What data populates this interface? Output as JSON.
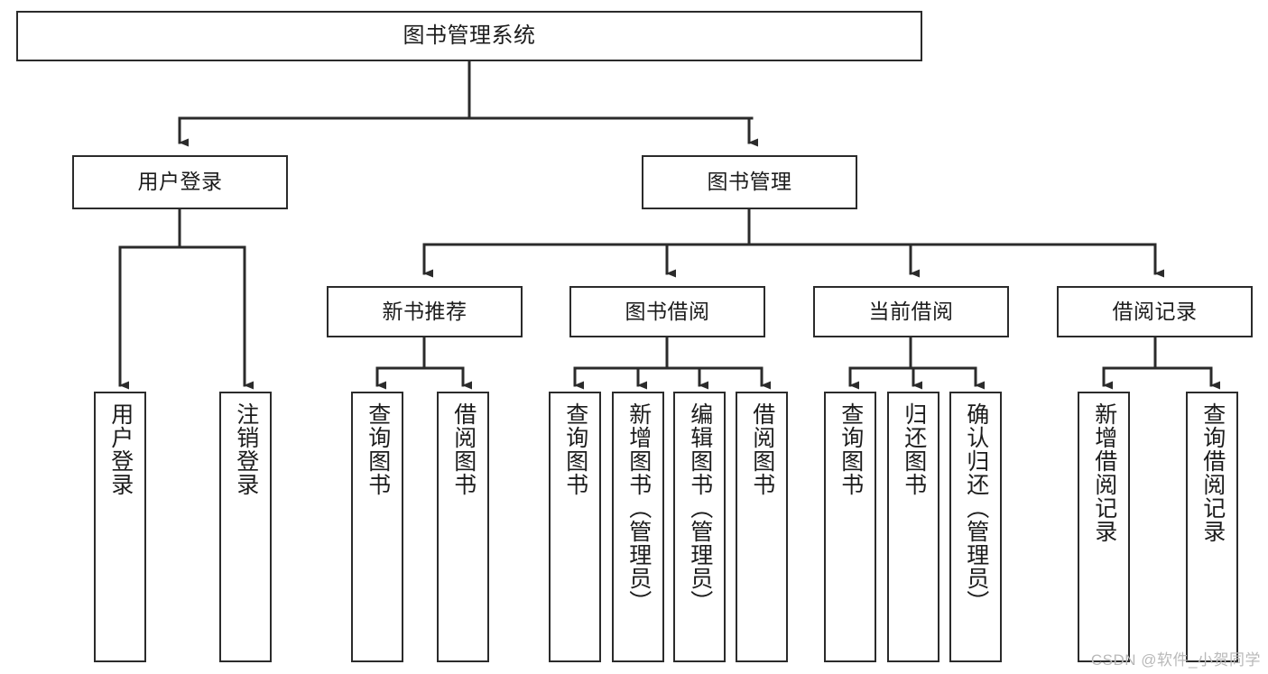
{
  "diagram": {
    "title": "图书管理系统",
    "type": "tree-hierarchy",
    "watermark": "CSDN @软件_小贺同学",
    "colors": {
      "background": "#ffffff",
      "box_border": "#2b2b2b",
      "box_fill": "#ffffff",
      "text": "#1c1c1c",
      "edge": "#2b2b2b",
      "watermark": "#b9b9b9"
    },
    "nodes": {
      "root": {
        "label": "图书管理系统"
      },
      "level2": [
        {
          "id": "user-login",
          "label": "用户登录"
        },
        {
          "id": "book-manage",
          "label": "图书管理"
        }
      ],
      "level3": [
        {
          "id": "new-book-rec",
          "label": "新书推荐"
        },
        {
          "id": "book-borrow",
          "label": "图书借阅"
        },
        {
          "id": "current-borrow",
          "label": "当前借阅"
        },
        {
          "id": "borrow-record",
          "label": "借阅记录"
        }
      ],
      "leaves": {
        "user_login": [
          {
            "id": "leaf-user-login",
            "label": "用户登录"
          },
          {
            "id": "leaf-logout",
            "label": "注销登录"
          }
        ],
        "new_book_rec": [
          {
            "id": "leaf-query-book-1",
            "label": "查询图书"
          },
          {
            "id": "leaf-borrow-book-1",
            "label": "借阅图书"
          }
        ],
        "book_borrow": [
          {
            "id": "leaf-query-book-2",
            "label": "查询图书"
          },
          {
            "id": "leaf-add-book",
            "label": "新增图书（管理员）"
          },
          {
            "id": "leaf-edit-book",
            "label": "编辑图书（管理员）"
          },
          {
            "id": "leaf-borrow-book-2",
            "label": "借阅图书"
          }
        ],
        "current_borrow": [
          {
            "id": "leaf-query-book-3",
            "label": "查询图书"
          },
          {
            "id": "leaf-return-book",
            "label": "归还图书"
          },
          {
            "id": "leaf-confirm-return",
            "label": "确认归还（管理员）"
          }
        ],
        "borrow_record": [
          {
            "id": "leaf-add-record",
            "label": "新增借阅记录"
          },
          {
            "id": "leaf-query-record",
            "label": "查询借阅记录"
          }
        ]
      }
    }
  }
}
